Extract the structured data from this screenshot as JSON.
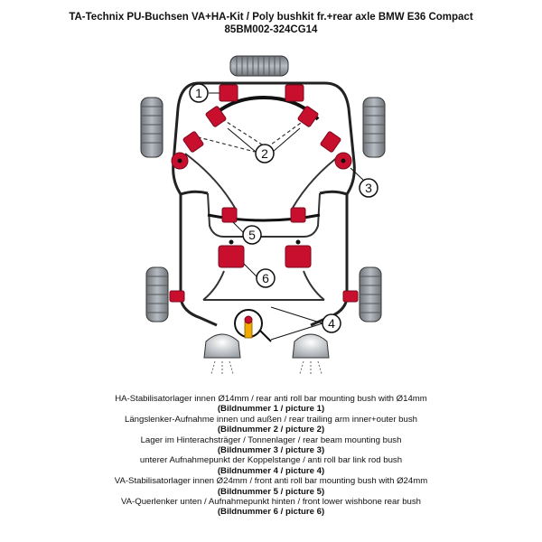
{
  "header": {
    "title_line1": "TA-Technix PU-Buchsen VA+HA-Kit / Poly bushkit fr.+rear axle BMW E36 Compact",
    "title_line2": "85BM002-324CG14"
  },
  "callouts": [
    "1",
    "2",
    "3",
    "4",
    "5",
    "6"
  ],
  "colors": {
    "bush": "#c8102e",
    "frame": "#222222",
    "tire": "#8a8f96"
  },
  "descriptions": [
    {
      "text": "HA-Stabilisatorlager innen Ø14mm / rear anti roll bar mounting bush with Ø14mm",
      "ref": "(Bildnummer 1 / picture 1)"
    },
    {
      "text": "Längslenker-Aufnahme innen und außen / rear trailing arm inner+outer bush",
      "ref": "(Bildnummer 2 / picture 2)"
    },
    {
      "text": "Lager im Hinterachsträger / Tonnenlager / rear beam mounting bush",
      "ref": "(Bildnummer 3 / picture 3)"
    },
    {
      "text": "unterer Aufnahmepunkt der Koppelstange / anti roll bar link rod bush",
      "ref": "(Bildnummer 4 / picture 4)"
    },
    {
      "text": "VA-Stabilisatorlager innen Ø24mm / front anti roll bar mounting bush with Ø24mm",
      "ref": "(Bildnummer 5 / picture 5)"
    },
    {
      "text": "VA-Querlenker unten / Aufnahmepunkt hinten / front lower wishbone rear bush",
      "ref": "(Bildnummer 6 / picture 6)"
    }
  ]
}
